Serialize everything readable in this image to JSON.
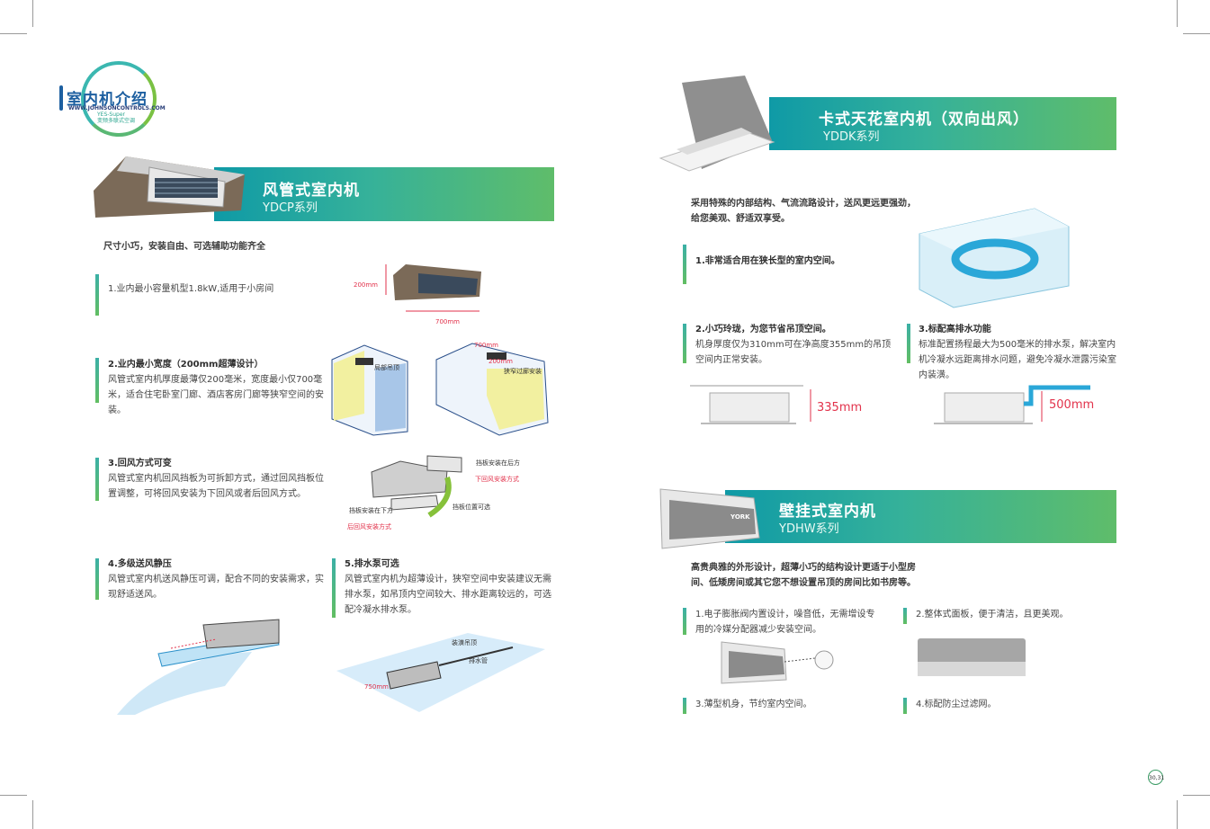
{
  "logo": {
    "title": "室内机介绍",
    "url": "WWW.JOHNSONCONTROLS.COM",
    "sub1": "YES-Super",
    "sub2": "变频多联式空调"
  },
  "ydcp": {
    "title": "风管式室内机",
    "series": "YDCP系列",
    "lead": "尺寸小巧，安装自由、可选辅助功能齐全",
    "f1": "1.业内最小容量机型1.8kW,适用于小房间",
    "f1_dim_h": "200mm",
    "f1_dim_w": "700mm",
    "f2_title": "2.业内最小宽度（200mm超薄设计）",
    "f2_body": "风管式室内机厚度最薄仅200毫米，宽度最小仅700毫米，适合住宅卧室门廊、酒店客房门廊等狭窄空间的安装。",
    "f2_lbl1": "局部吊顶",
    "f2_lbl2": "狭窄过廊安装",
    "f2_lbl3": "700mm",
    "f2_lbl4": "200mm",
    "f3_title": "3.回风方式可变",
    "f3_body": "风管式室内机回风挡板为可拆卸方式，通过回风挡板位置调整，可将回风安装为下回风或者后回风方式。",
    "f3_lbl_back": "挡板安装在后方",
    "f3_lbl_down": "下回风安装方式",
    "f3_lbl_pos": "挡板位置可选",
    "f3_lbl_bottom": "挡板安装在下方",
    "f3_lbl_rear": "后回风安装方式",
    "f4_title": "4.多级送风静压",
    "f4_body": "风管式室内机送风静压可调，配合不同的安装需求，实现舒适送风。",
    "f5_title": "5.排水泵可选",
    "f5_body": "风管式室内机为超薄设计，狭窄空间中安装建议无需排水泵，如吊顶内空间较大、排水距离较远的，可选配冷凝水排水泵。",
    "f5_lbl_ceiling": "装潢吊顶",
    "f5_lbl_pipe": "排水管",
    "f5_lbl_dim": "750mm"
  },
  "yddk": {
    "title": "卡式天花室内机（双向出风）",
    "series": "YDDK系列",
    "lead": "采用特殊的内部结构、气流流路设计，送风更远更强劲，给您美观、舒适双享受。",
    "f1": "1.非常适合用在狭长型的室内空间。",
    "f2_title": "2.小巧玲珑，为您节省吊顶空间。",
    "f2_body": "机身厚度仅为310mm可在净高度355mm的吊顶空间内正常安装。",
    "f2_dim": "335mm",
    "f3_title": "3.标配高排水功能",
    "f3_body": "标准配置扬程最大为500毫米的排水泵，解决室内机冷凝水远距离排水问题，避免冷凝水泄露污染室内装潢。",
    "f3_dim": "500mm"
  },
  "ydhw": {
    "title": "壁挂式室内机",
    "series": "YDHW系列",
    "lead": "高贵典雅的外形设计，超薄小巧的结构设计更适于小型房间、低矮房间或其它您不想设置吊顶的房间比如书房等。",
    "brand": "YORK",
    "f1": "1.电子膨胀阀内置设计，噪音低，无需增设专用的冷媒分配器减少安装空间。",
    "f2": "2.整体式面板，便于清洁，且更美观。",
    "f3": "3.薄型机身，节约室内空间。",
    "f4": "4.标配防尘过滤网。"
  },
  "page": "30,31",
  "colors": {
    "accent_teal": "#0f9aa6",
    "accent_green": "#5fbd6a",
    "dim_red": "#e2324b"
  }
}
